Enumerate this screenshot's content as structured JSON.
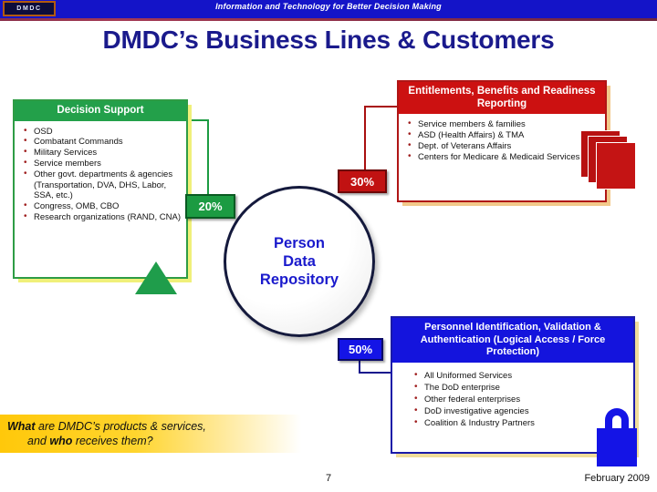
{
  "header": {
    "logo_text": "DMDC",
    "tagline": "Information and Technology for Better Decision Making"
  },
  "title": "DMDC’s Business Lines & Customers",
  "center": {
    "label_line1": "Person",
    "label_line2": "Data",
    "label_line3": "Repository"
  },
  "badges": {
    "green_pct": "20%",
    "red_pct": "30%",
    "blue_pct": "50%"
  },
  "boxes": {
    "decision_support": {
      "heading": "Decision Support",
      "items": [
        "OSD",
        "Combatant Commands",
        "Military Services",
        "Service members",
        "Other govt. departments & agencies (Transportation, DVA, DHS, Labor, SSA, etc.)",
        "Congress, OMB, CBO",
        "Research organizations (RAND, CNA)"
      ],
      "color": "#23a04a"
    },
    "entitlements": {
      "heading": "Entitlements, Benefits and Readiness Reporting",
      "items": [
        "Service members & families",
        "ASD (Health Affairs) & TMA",
        "Dept. of Veterans Affairs",
        "Centers for Medicare & Medicaid Services"
      ],
      "color": "#cc1111"
    },
    "personnel_id": {
      "heading": "Personnel Identification, Validation & Authentication (Logical Access / Force Protection)",
      "items": [
        "All Uniformed Services",
        "The DoD enterprise",
        "Other federal enterprises",
        "DoD investigative agencies",
        "Coalition & Industry Partners"
      ],
      "color": "#1414dd"
    }
  },
  "question": {
    "line1_bold": "What",
    "line1_rest": " are DMDC’s products & services,",
    "line2_pre": "and ",
    "line2_bold": "who",
    "line2_rest": " receives them?"
  },
  "footer": {
    "page_number": "7",
    "date": "February 2009"
  },
  "icons": {
    "triangle": "green-triangle-icon",
    "stack": "red-document-stack-icon",
    "lock": "blue-padlock-icon"
  }
}
